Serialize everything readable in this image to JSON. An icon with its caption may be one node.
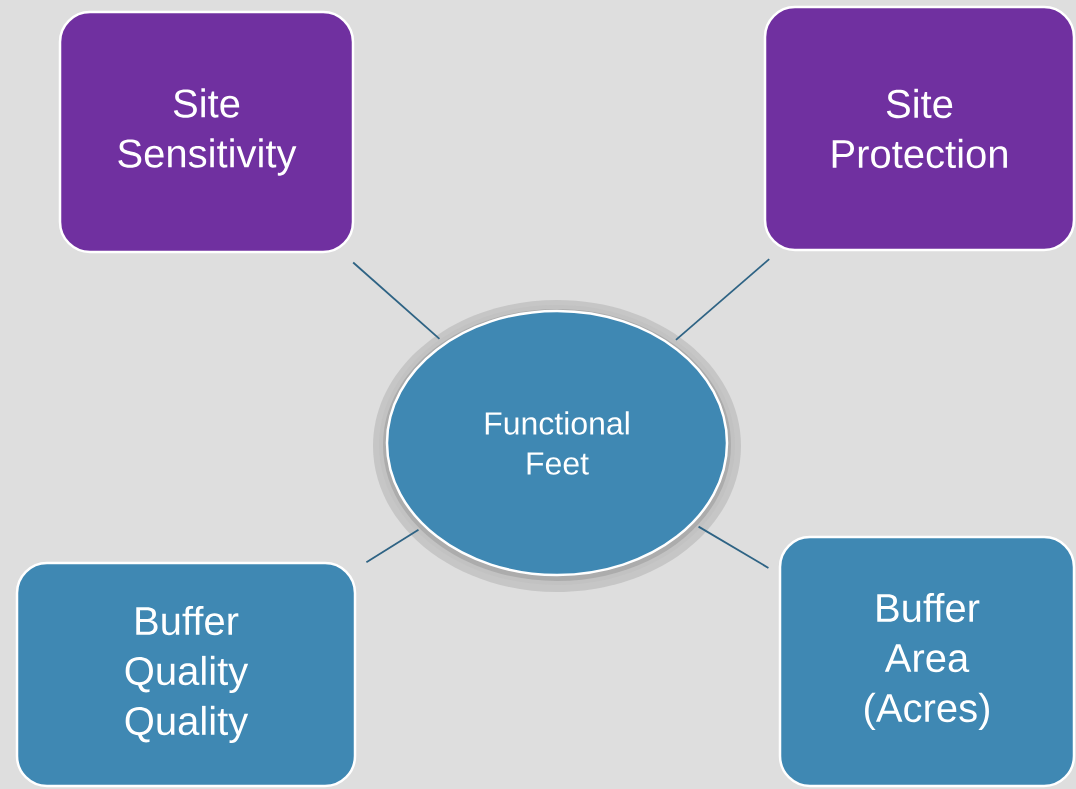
{
  "diagram": {
    "nodes": [
      {
        "text": [
          "Site Sensitivity"
        ]
      },
      {
        "text": [
          "Site Protection"
        ]
      },
      {
        "text": [
          "Functional Feet"
        ]
      },
      {
        "text": [
          "Buffer Quality Quality"
        ]
      },
      {
        "text": [
          "Buffer Area (Acres)"
        ]
      }
    ],
    "edges": [
      {
        "from": 2,
        "to": 0,
        "arrow": "none"
      },
      {
        "from": 2,
        "to": 1,
        "arrow": "none"
      },
      {
        "from": 2,
        "to": 3,
        "arrow": "none"
      },
      {
        "from": 2,
        "to": 4,
        "arrow": "none"
      }
    ]
  }
}
